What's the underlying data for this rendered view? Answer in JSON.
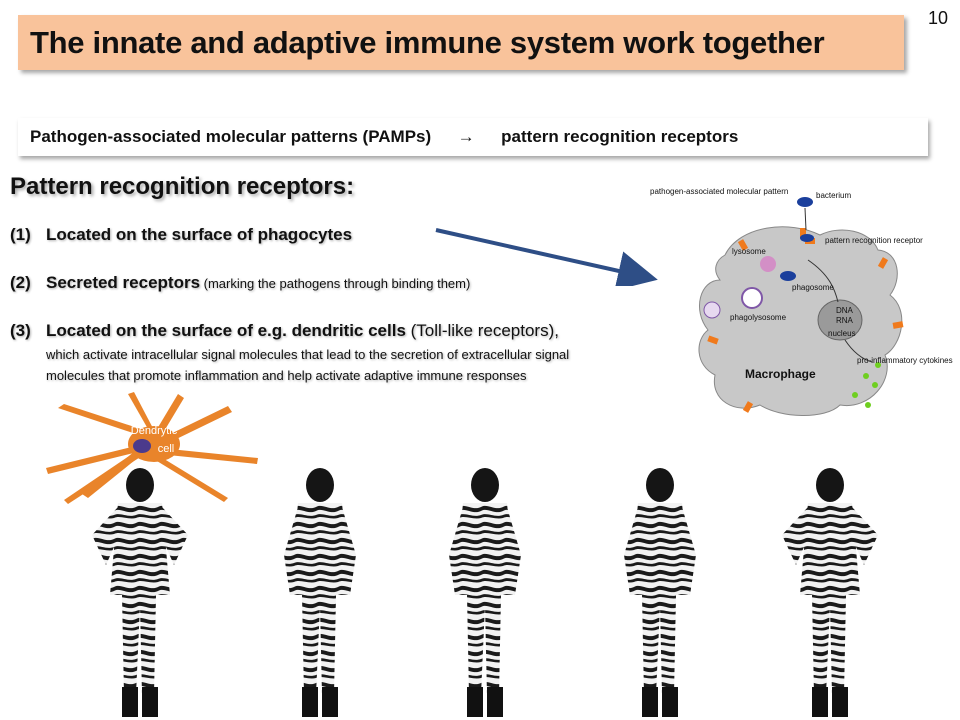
{
  "slide": {
    "number": "10",
    "title": "The innate and adaptive immune system work together"
  },
  "pamp_line": {
    "left": "Pathogen-associated molecular patterns (PAMPs)",
    "arrow": "→",
    "right": "pattern recognition receptors"
  },
  "prr": {
    "heading": "Pattern recognition receptors:",
    "items": [
      {
        "num": "(1)",
        "bold": "Located on the surface of phagocytes",
        "normal": "",
        "small": ""
      },
      {
        "num": "(2)",
        "bold": "Secreted receptors",
        "normal": "",
        "small": " (marking the pathogens through binding them)"
      },
      {
        "num": "(3)",
        "bold": "Located on the surface of e.g. dendritic cells",
        "normal": " (Toll-like receptors),",
        "small": ""
      }
    ],
    "item3_detail": [
      "which activate intracellular signal molecules that lead to the secretion of extracellular signal",
      "molecules that promote inflammation and help activate adaptive immune responses"
    ]
  },
  "macrophage_figure": {
    "labels": {
      "pamp": "pathogen-associated molecular pattern",
      "bacterium": "bacterium",
      "prr": "pattern recognition receptor",
      "lysosome": "lysosome",
      "phagosome": "phagosome",
      "phagolysosome": "phagolysosome",
      "dna": "DNA",
      "rna": "RNA",
      "nucleus": "nucleus",
      "cytokines": "pro-inflammatory cytokines",
      "macrophage": "Macrophage"
    },
    "colors": {
      "cell": "#c8c8c8",
      "receptor": "#f07a1c",
      "bacterium": "#1b3f9c",
      "cytokine": "#6fcf20"
    }
  },
  "dendritic_cell": {
    "label_line1": "Dendrytic",
    "label_line2": "cell",
    "colors": {
      "body": "#e9842a",
      "nucleus": "#4b3a8c"
    }
  },
  "people": {
    "count": 5,
    "colors": {
      "stripe_dark": "#1a1a1a",
      "stripe_light": "#f2f2f2"
    }
  }
}
